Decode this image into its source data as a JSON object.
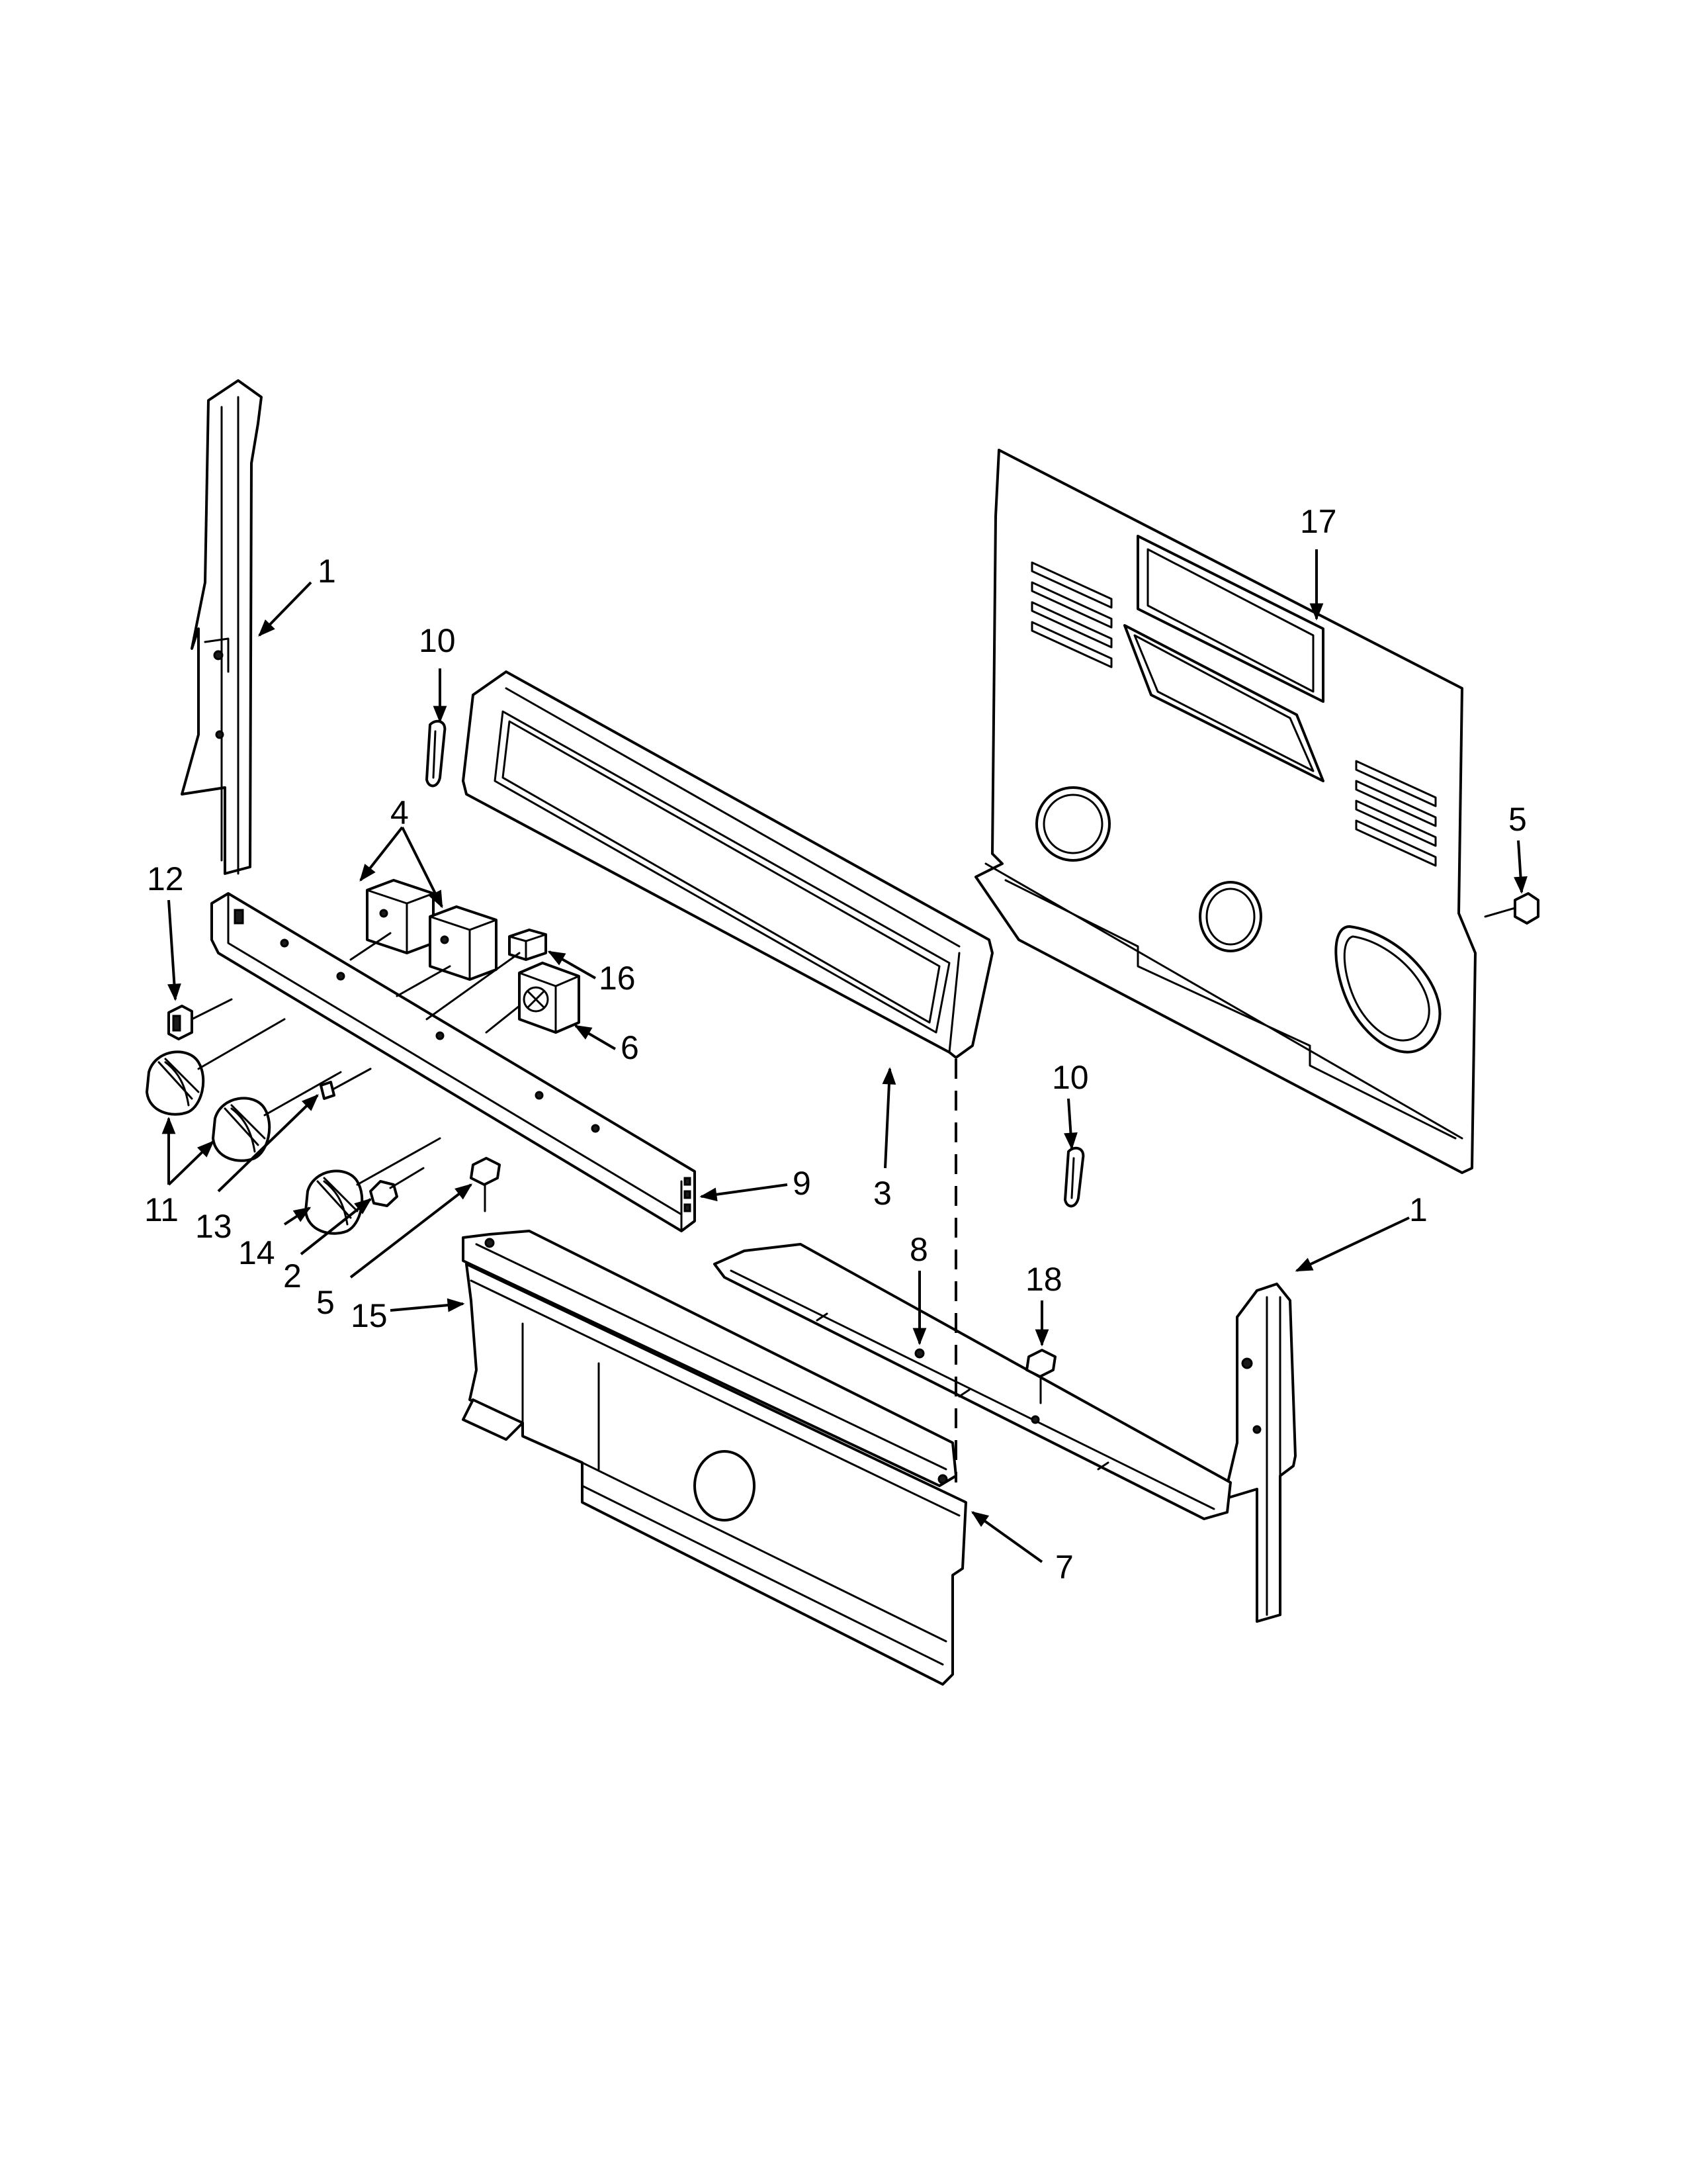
{
  "callouts": {
    "c1_left": "1",
    "c1_right": "1",
    "c2": "2",
    "c3": "3",
    "c4": "4",
    "c5_left": "5",
    "c5_right": "5",
    "c6": "6",
    "c7": "7",
    "c8": "8",
    "c9": "9",
    "c10_left": "10",
    "c10_right": "10",
    "c11": "11",
    "c12": "12",
    "c13": "13",
    "c14": "14",
    "c15": "15",
    "c16": "16",
    "c17": "17",
    "c18": "18"
  },
  "colors": {
    "line": "#000000",
    "background": "#ffffff"
  }
}
